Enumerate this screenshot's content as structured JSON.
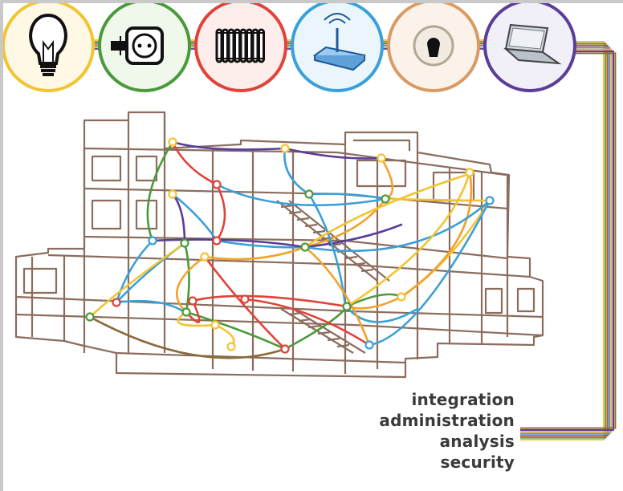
{
  "device_icons": [
    {
      "icon": "light-bulb-icon",
      "ring": "#f2c431"
    },
    {
      "icon": "power-socket-icon",
      "ring": "#4a9a3a"
    },
    {
      "icon": "radiator-icon",
      "ring": "#e0433a"
    },
    {
      "icon": "wifi-router-icon",
      "ring": "#3aa0d8"
    },
    {
      "icon": "door-lock-icon",
      "ring": "#d99a63"
    },
    {
      "icon": "laptop-icon",
      "ring": "#5a3d98"
    }
  ],
  "cable_colors": [
    "#f2c431",
    "#4a9a3a",
    "#e0433a",
    "#3aa0d8",
    "#f2a22a",
    "#5a3d98",
    "#8a6a3a"
  ],
  "building_line_color": "#8b6d5e",
  "slogan": [
    "integration",
    "administration",
    "analysis",
    "security"
  ]
}
